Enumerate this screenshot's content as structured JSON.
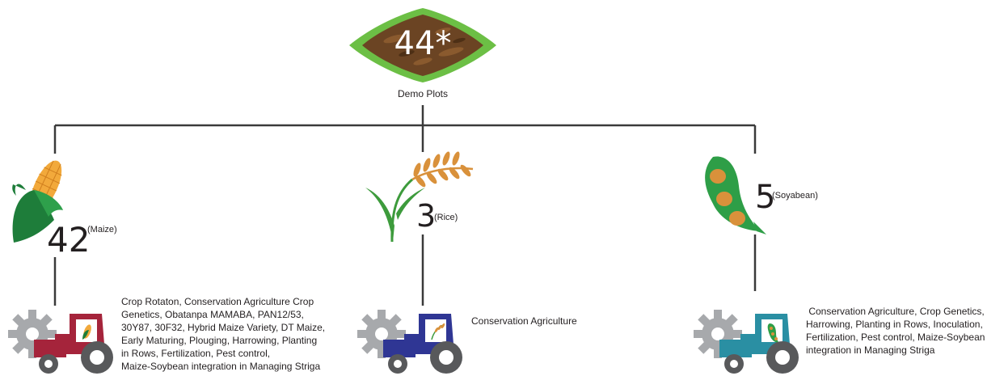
{
  "root": {
    "count": "44*",
    "label": "Demo Plots"
  },
  "branches": [
    {
      "crop_icon": "maize-cob-icon",
      "count": "42",
      "crop": "(Maize)",
      "tractor_color": "#a5243b",
      "practices": [
        "Crop Rotaton, Conservation Agriculture Crop",
        "Genetics, Obatanpa MAMABA, PAN12/53,",
        "30Y87, 30F32, Hybrid Maize Variety, DT Maize,",
        "Early Maturing, Plouging, Harrowing, Planting",
        "in Rows, Fertilization, Pest control,",
        "Maize-Soybean integration in Managing Striga"
      ]
    },
    {
      "crop_icon": "rice-plant-icon",
      "count": "3",
      "crop": "(Rice)",
      "tractor_color": "#2f3694",
      "practices": [
        "Conservation Agriculture"
      ]
    },
    {
      "crop_icon": "soybean-pod-icon",
      "count": "5",
      "crop": "(Soyabean)",
      "tractor_color": "#2a8fa3",
      "practices": [
        " Conservation Agriculture, Crop Genetics,",
        "Harrowing, Planting in Rows, Inoculation,",
        "Fertilization, Pest control, Maize-Soybean",
        "integration in Managing Striga"
      ]
    }
  ],
  "colors": {
    "connector": "#3a3a3a",
    "gear": "#a7a9ac",
    "soil": "#6b4423",
    "grass": "#6cbf45",
    "maize_leaf": "#1e7d3a",
    "maize_cob": "#f2a93b",
    "rice_grain": "#d9913b",
    "soy_pod": "#2e9e47",
    "soy_bean": "#d9913b"
  }
}
